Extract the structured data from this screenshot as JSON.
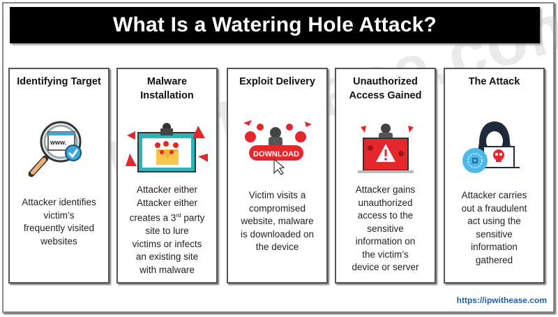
{
  "title": "What Is a Watering Hole Attack?",
  "watermark": "ipwithease.com",
  "footer_link": "https://ipwithease.com",
  "colors": {
    "title_bg": "#000000",
    "title_text": "#ffffff",
    "card_border": "#555555",
    "alert_red": "#e5262a",
    "accent_blue": "#3aa9e0",
    "link_blue": "#1f5fa8"
  },
  "steps": [
    {
      "title": "Identifying Target",
      "icon": "magnifier-www-icon",
      "text_lines": [
        "Attacker identifies",
        "victim’s",
        "frequently visited",
        "websites"
      ]
    },
    {
      "title": "Malware Installation",
      "title_lines": [
        "Malware",
        "Installation"
      ],
      "icon": "hacker-screen-malware-icon",
      "text_pre": "Attacker either creates a 3",
      "text_sup": "rd",
      "text_post": " party site to lure victims or  infects an existing site with malware",
      "text_lines": [
        "Attacker either",
        "creates a 3rd party",
        "site to lure",
        "victims or  infects",
        "an existing site",
        "with malware"
      ]
    },
    {
      "title": "Exploit Delivery",
      "icon": "hacker-download-icon",
      "icon_label": "DOWNLOAD",
      "text_lines": [
        "Victim visits a",
        "compromised",
        "website, malware",
        "is downloaded on",
        "the device"
      ]
    },
    {
      "title": "Unauthorized Access Gained",
      "title_lines": [
        "Unauthorized",
        "Access Gained"
      ],
      "icon": "hacker-laptop-warning-icon",
      "text_lines": [
        "Attacker gains",
        "unauthorized",
        "access to the",
        "sensitive",
        "information on",
        "the victim’s",
        "device or server"
      ]
    },
    {
      "title": "The Attack",
      "icon": "hooded-hacker-skull-icon",
      "text_lines": [
        "Attacker carries",
        "out a fraudulent",
        "act using the",
        "sensitive",
        "information",
        "gathered"
      ]
    }
  ]
}
